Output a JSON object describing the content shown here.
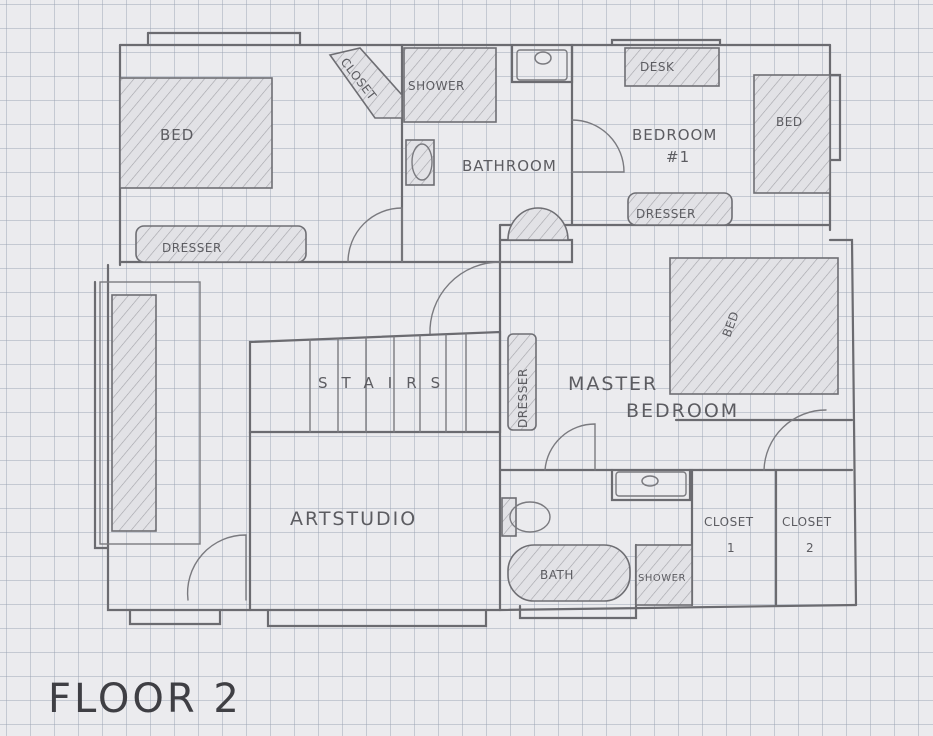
{
  "title": "FLOOR 2",
  "labels": {
    "bed_left": "BED",
    "closet_top": "CLOSET",
    "shower_top": "SHOWER",
    "bathroom": "BATHROOM",
    "desk": "DESK",
    "bedroom1_line1": "BEDROOM",
    "bedroom1_line2": "#1",
    "bed_right": "BED",
    "dresser_top_left": "DRESSER",
    "dresser_bedroom1": "DRESSER",
    "bed_master": "BED",
    "stairs": "STAIRS",
    "dresser_vertical": "DRESSER",
    "master_line1": "MASTER",
    "master_line2": "BEDROOM",
    "art_studio": "ARTSTUDIO",
    "bath": "BATH",
    "shower_bottom": "SHOWER",
    "closet1_line1": "CLOSET",
    "closet1_line2": "1",
    "closet2_line1": "CLOSET",
    "closet2_line2": "2"
  },
  "colors": {
    "paper": "#ebebee",
    "grid": "#9aa0af",
    "pencil": "#6b6b70"
  }
}
